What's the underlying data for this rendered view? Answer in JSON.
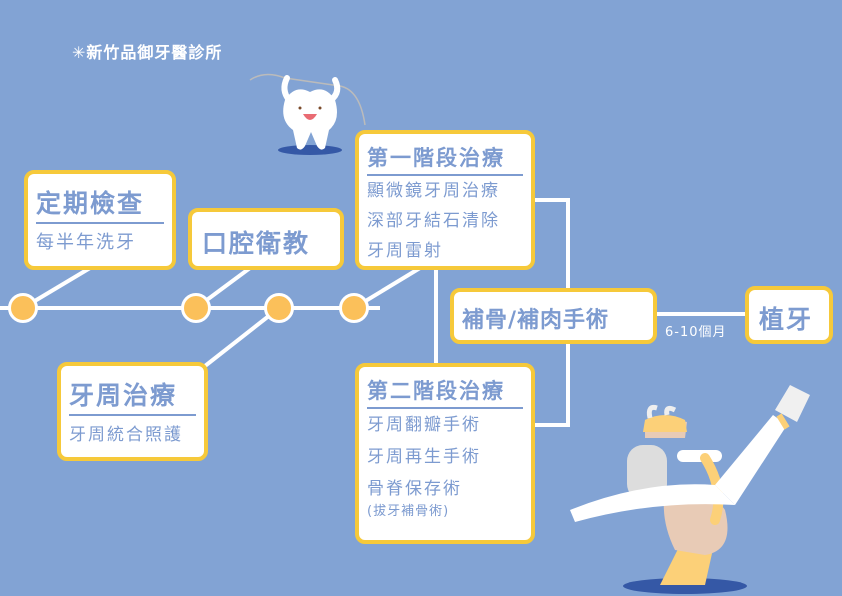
{
  "logo": {
    "text": "✳新竹品御牙醫診所"
  },
  "boxes": {
    "regular_checkup": {
      "title": "定期檢查",
      "items": [
        "每半年洗牙"
      ]
    },
    "oral_education": {
      "title": "口腔衛教"
    },
    "periodontal": {
      "title": "牙周治療",
      "items": [
        "牙周統合照護"
      ]
    },
    "stage1": {
      "title": "第一階段治療",
      "items": [
        "顯微鏡牙周治療",
        "深部牙結石清除",
        "牙周雷射"
      ]
    },
    "stage2": {
      "title": "第二階段治療",
      "items": [
        "牙周翻瓣手術",
        "牙周再生手術",
        "骨脊保存術"
      ],
      "note": "(拔牙補骨術)"
    },
    "graft": {
      "title": "補骨/補肉手術"
    },
    "implant": {
      "title": "植牙"
    }
  },
  "duration_label": "6-10個月",
  "colors": {
    "background": "#82a3d4",
    "border": "#f6c93a",
    "text": "#7d9bd0",
    "dot": "#fbc05a"
  }
}
